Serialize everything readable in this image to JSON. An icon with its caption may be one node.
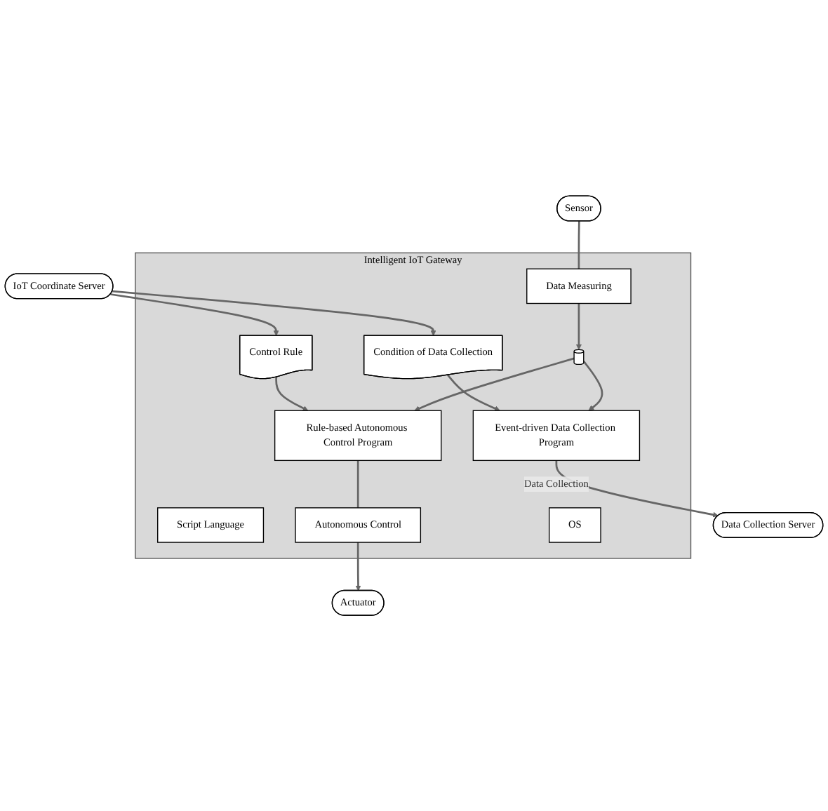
{
  "diagram": {
    "nodes": [
      {
        "text": [
          "Data Collection Server"
        ]
      },
      {
        "text": [
          "IoT Coordinate Server"
        ]
      },
      {
        "text": [
          "Intelligent IoT Gateway"
        ]
      },
      {
        "text": [
          "Condition of Data Collection"
        ],
        "in": 2
      },
      {
        "text": [
          "Control Rule"
        ],
        "in": 2
      },
      {
        "text": [
          "Event-driven Data Collection Program"
        ],
        "in": 2
      },
      {
        "text": [],
        "shape": "cylinder",
        "in": 2
      },
      {
        "text": [
          "Rule-based Autonomous Control Program"
        ],
        "in": 2
      },
      {
        "text": [
          "Data Measuring"
        ],
        "in": 2
      },
      {
        "text": [
          "Script Language"
        ],
        "in": 2
      },
      {
        "text": [
          "Autonomous Control"
        ],
        "in": 2
      },
      {
        "text": [
          "OS"
        ],
        "in": 2
      },
      {
        "text": [
          "Sensor"
        ]
      },
      {
        "text": [
          "Actuator"
        ]
      }
    ],
    "edges": [
      {
        "from": 5,
        "to": 0,
        "arrow": "to",
        "label": "Data Collection"
      },
      {
        "from": 1,
        "to": 3,
        "arrow": "to"
      },
      {
        "from": 1,
        "to": 4,
        "arrow": "to"
      },
      {
        "from": 3,
        "to": 5,
        "arrow": "to"
      },
      {
        "from": 4,
        "to": 7,
        "arrow": "to"
      },
      {
        "from": 6,
        "to": 5,
        "arrow": "to"
      },
      {
        "from": 6,
        "to": 7,
        "arrow": "to"
      },
      {
        "from": 12,
        "to": 8,
        "arrow": "none"
      },
      {
        "from": 8,
        "to": 6,
        "arrow": "to"
      },
      {
        "from": 7,
        "to": 10,
        "arrow": "none"
      },
      {
        "from": 10,
        "to": 13,
        "arrow": "to"
      }
    ]
  }
}
